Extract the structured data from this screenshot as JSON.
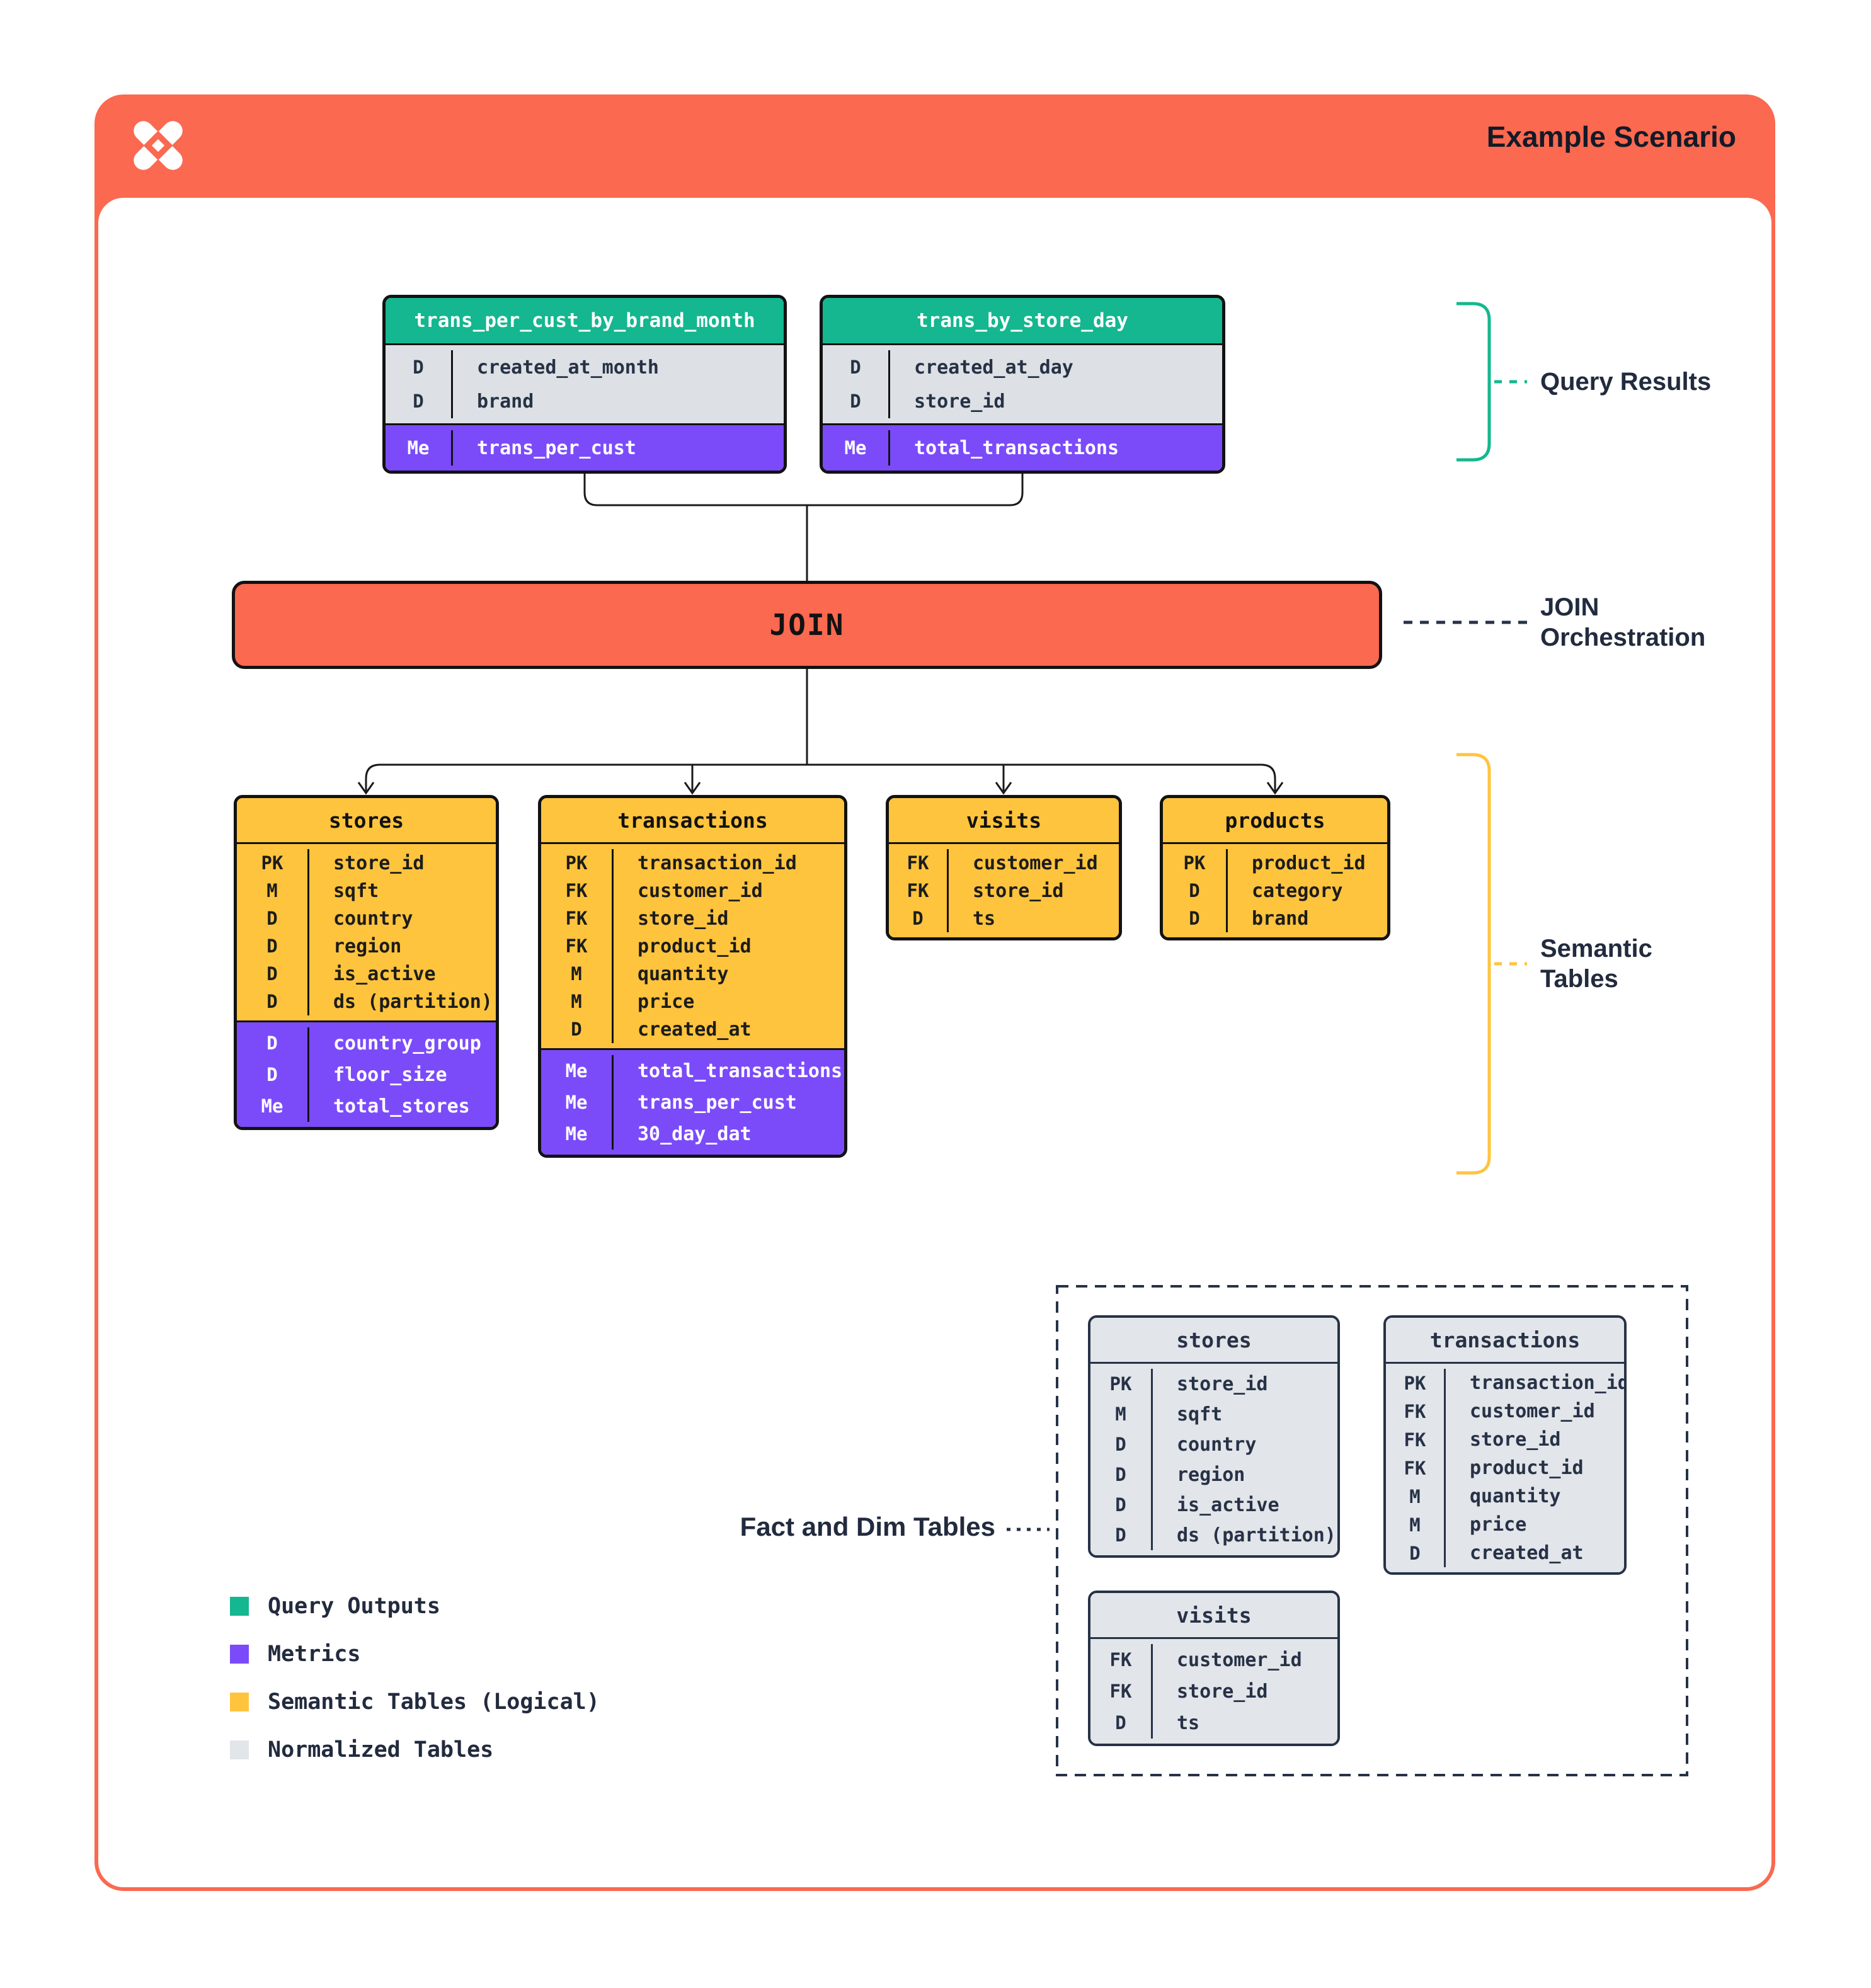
{
  "header": {
    "title": "Example Scenario",
    "logo": "dremio-x-logo"
  },
  "colors": {
    "orange": "#FA6950",
    "green": "#14B78F",
    "purple": "#7B4BFA",
    "yellow": "#FFC43D",
    "gray": "#E2E5E9",
    "gray_dim": "#DDE1E6",
    "navy": "#273247",
    "ink": "#121212",
    "title": "#131A27"
  },
  "join": {
    "label": "JOIN"
  },
  "labels": {
    "query_results": "Query Results",
    "join_orchestration": [
      "JOIN",
      "Orchestration"
    ],
    "semantic_tables": [
      "Semantic",
      "Tables"
    ],
    "fact_and_dim": "Fact and Dim Tables"
  },
  "query_results": [
    {
      "name": "trans_per_cust_by_brand_month",
      "dims": [
        [
          "D",
          "created_at_month"
        ],
        [
          "D",
          "brand"
        ]
      ],
      "metrics": [
        [
          "Me",
          "trans_per_cust"
        ]
      ]
    },
    {
      "name": "trans_by_store_day",
      "dims": [
        [
          "D",
          "created_at_day"
        ],
        [
          "D",
          "store_id"
        ]
      ],
      "metrics": [
        [
          "Me",
          "total_transactions"
        ]
      ]
    }
  ],
  "semantic_tables": [
    {
      "name": "stores",
      "dims": [
        [
          "PK",
          "store_id"
        ],
        [
          "M",
          "sqft"
        ],
        [
          "D",
          "country"
        ],
        [
          "D",
          "region"
        ],
        [
          "D",
          "is_active"
        ],
        [
          "D",
          "ds (partition)"
        ]
      ],
      "metrics": [
        [
          "D",
          "country_group"
        ],
        [
          "D",
          "floor_size"
        ],
        [
          "Me",
          "total_stores"
        ]
      ]
    },
    {
      "name": "transactions",
      "dims": [
        [
          "PK",
          "transaction_id"
        ],
        [
          "FK",
          "customer_id"
        ],
        [
          "FK",
          "store_id"
        ],
        [
          "FK",
          "product_id"
        ],
        [
          "M",
          "quantity"
        ],
        [
          "M",
          "price"
        ],
        [
          "D",
          "created_at"
        ]
      ],
      "metrics": [
        [
          "Me",
          "total_transactions"
        ],
        [
          "Me",
          "trans_per_cust"
        ],
        [
          "Me",
          "30_day_dat"
        ]
      ]
    },
    {
      "name": "visits",
      "dims": [
        [
          "FK",
          "customer_id"
        ],
        [
          "FK",
          "store_id"
        ],
        [
          "D",
          "ts"
        ]
      ],
      "metrics": []
    },
    {
      "name": "products",
      "dims": [
        [
          "PK",
          "product_id"
        ],
        [
          "D",
          "category"
        ],
        [
          "D",
          "brand"
        ]
      ],
      "metrics": []
    }
  ],
  "normalized_tables": [
    {
      "name": "stores",
      "dims": [
        [
          "PK",
          "store_id"
        ],
        [
          "M",
          "sqft"
        ],
        [
          "D",
          "country"
        ],
        [
          "D",
          "region"
        ],
        [
          "D",
          "is_active"
        ],
        [
          "D",
          "ds (partition)"
        ]
      ],
      "metrics": []
    },
    {
      "name": "transactions",
      "dims": [
        [
          "PK",
          "transaction_id"
        ],
        [
          "FK",
          "customer_id"
        ],
        [
          "FK",
          "store_id"
        ],
        [
          "FK",
          "product_id"
        ],
        [
          "M",
          "quantity"
        ],
        [
          "M",
          "price"
        ],
        [
          "D",
          "created_at"
        ]
      ],
      "metrics": []
    },
    {
      "name": "visits",
      "dims": [
        [
          "FK",
          "customer_id"
        ],
        [
          "FK",
          "store_id"
        ],
        [
          "D",
          "ts"
        ]
      ],
      "metrics": []
    }
  ],
  "legend": [
    {
      "color_key": "green",
      "label": "Query Outputs"
    },
    {
      "color_key": "purple",
      "label": "Metrics"
    },
    {
      "color_key": "yellow",
      "label": "Semantic Tables (Logical)"
    },
    {
      "color_key": "gray",
      "label": "Normalized Tables"
    }
  ]
}
